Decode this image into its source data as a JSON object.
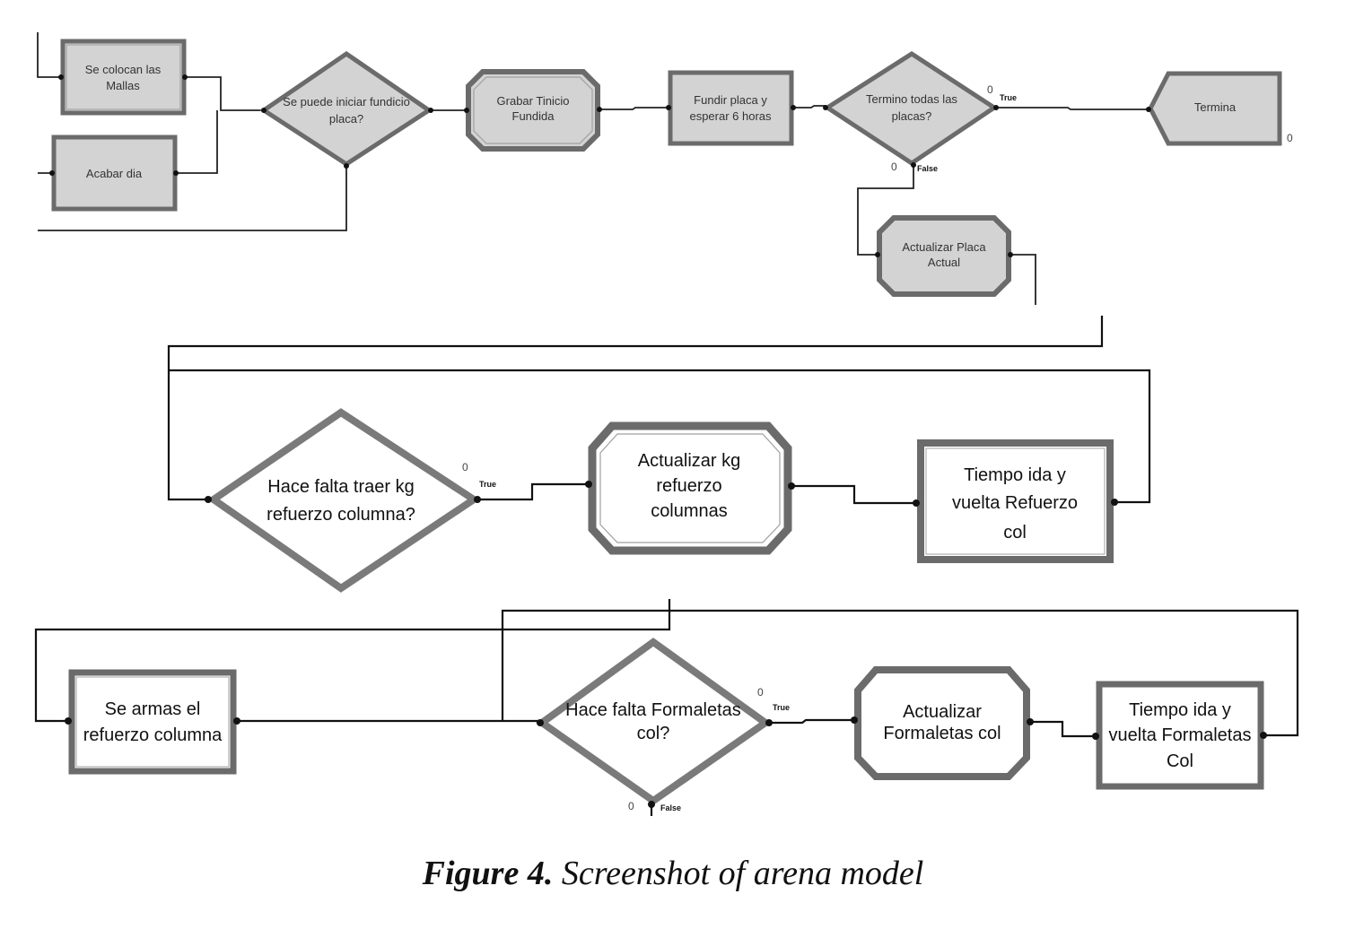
{
  "figure": {
    "title": "Arena simulation model flowchart",
    "caption": {
      "label": "Figure 4.",
      "text": "Screenshot of arena model"
    }
  },
  "modules": {
    "se_colocan_mallas": {
      "type": "process",
      "lines": [
        "Se colocan las",
        "Mallas"
      ]
    },
    "acabar_dia": {
      "type": "process",
      "lines": [
        "Acabar dia"
      ]
    },
    "se_puede_iniciar": {
      "type": "decide",
      "lines": [
        "Se puede iniciar fundicio",
        "placa?"
      ]
    },
    "grabar_tinicio": {
      "type": "assign",
      "lines": [
        "Grabar Tinicio",
        "Fundida"
      ]
    },
    "fundir_placa": {
      "type": "process",
      "lines": [
        "Fundir placa y",
        "esperar 6 horas"
      ]
    },
    "termino_placas": {
      "type": "decide",
      "lines": [
        "Termino todas las",
        "placas?"
      ],
      "true_label": "True",
      "false_label": "False",
      "true_count": "0",
      "false_count": "0"
    },
    "termina": {
      "type": "dispose",
      "lines": [
        "Termina"
      ],
      "count": "0"
    },
    "actualizar_placa": {
      "type": "assign",
      "lines": [
        "Actualizar Placa",
        "Actual"
      ]
    },
    "hace_falta_kg": {
      "type": "decide",
      "lines": [
        "Hace falta traer kg",
        "refuerzo columna?"
      ],
      "true_label": "True",
      "true_count": "0"
    },
    "actualizar_kg": {
      "type": "assign",
      "lines": [
        "Actualizar kg",
        "refuerzo",
        "columnas"
      ]
    },
    "tiempo_refuerzo": {
      "type": "process",
      "lines": [
        "Tiempo ida y",
        "vuelta Refuerzo",
        "col"
      ]
    },
    "se_armas_refuerzo": {
      "type": "process",
      "lines": [
        "Se armas el",
        "refuerzo columna"
      ]
    },
    "hace_falta_formaletas": {
      "type": "decide",
      "lines": [
        "Hace falta Formaletas",
        "col?"
      ],
      "true_label": "True",
      "false_label": "False",
      "true_count": "0",
      "false_count": "0"
    },
    "actualizar_formaletas": {
      "type": "assign",
      "lines": [
        "Actualizar",
        "Formaletas col"
      ]
    },
    "tiempo_formaletas": {
      "type": "process",
      "lines": [
        "Tiempo ida y",
        "vuelta Formaletas",
        "Col"
      ]
    }
  }
}
